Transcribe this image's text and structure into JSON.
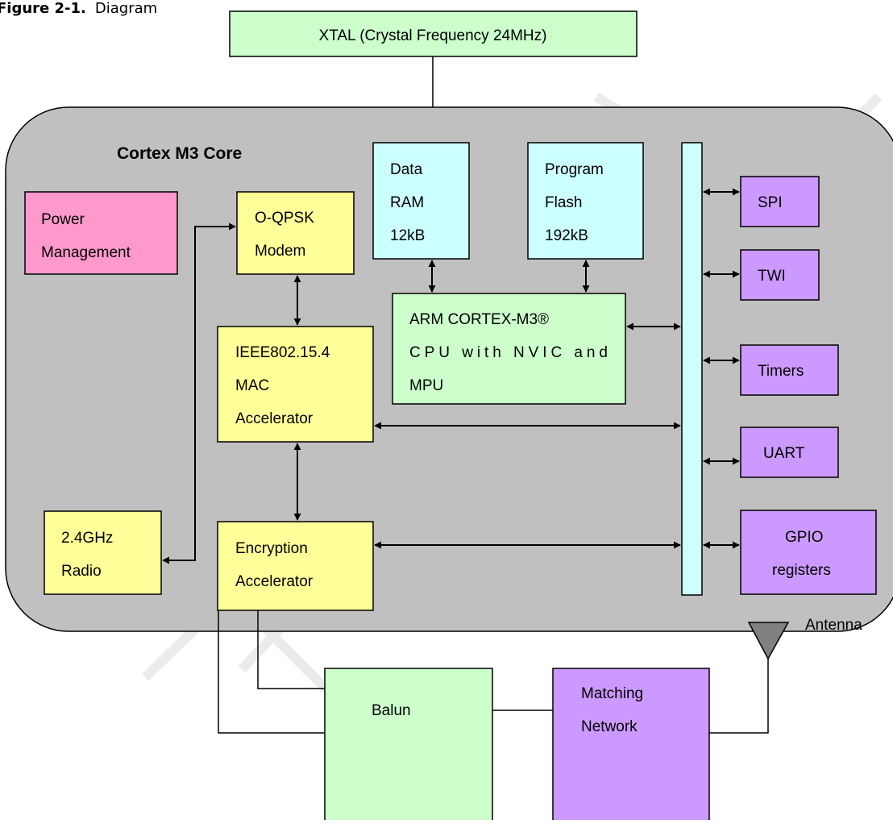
{
  "figure": {
    "number": "Figure 2-1.",
    "caption": "Diagram"
  },
  "xtal": {
    "label": "XTAL (Crystal Frequency 24MHz)"
  },
  "core": {
    "title": "Cortex M3 Core"
  },
  "blocks": {
    "power": [
      "Power",
      "Management"
    ],
    "modem": [
      "O-QPSK",
      "Modem"
    ],
    "mac": [
      "IEEE802.15.4",
      "MAC",
      "Accelerator"
    ],
    "encryption": [
      "Encryption",
      "Accelerator"
    ],
    "radio": [
      "2.4GHz",
      "Radio"
    ],
    "data_ram": [
      "Data",
      "RAM",
      "12kB"
    ],
    "program_flash": [
      "Program",
      "Flash",
      "192kB"
    ],
    "cpu": [
      "ARM CORTEX-M3®",
      "CPU with NVIC and",
      "MPU"
    ]
  },
  "peripherals": {
    "spi": [
      "SPI"
    ],
    "twi": [
      "TWI"
    ],
    "timers": [
      "Timers"
    ],
    "uart": [
      "UART"
    ],
    "gpio": [
      "GPIO",
      "registers"
    ]
  },
  "external": {
    "balun": [
      "Balun"
    ],
    "matching": [
      "Matching",
      "Network"
    ],
    "antenna": "Antenna"
  },
  "colors": {
    "core_fill": "#c0c0c0",
    "green_block": "#ccffcc",
    "pink_block": "#ff99cc",
    "yellow_block": "#ffff99",
    "cyan_block": "#ccffff",
    "purple_block": "#cc99ff",
    "antenna": "#808080"
  }
}
